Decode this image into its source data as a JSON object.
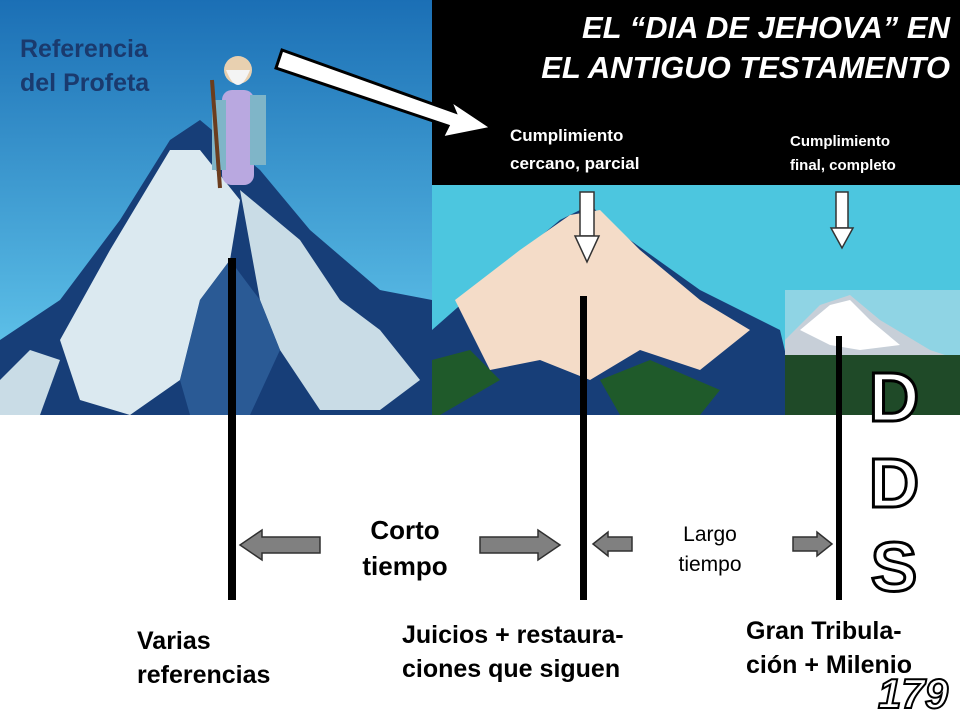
{
  "title": {
    "line1": "EL “DIA DE JEHOVA” EN",
    "line2": "EL ANTIGUO TESTAMENTO"
  },
  "prophet_reference": {
    "line1": "Referencia",
    "line2": "del Profeta"
  },
  "near_fulfillment": {
    "line1": "Cumplimiento",
    "line2": "cercano, parcial"
  },
  "final_fulfillment": {
    "line1": "Cumplimiento",
    "line2": "final, completo"
  },
  "short_time": {
    "line1": "Corto",
    "line2": "tiempo"
  },
  "long_time": {
    "line1": "Largo",
    "line2": "tiempo"
  },
  "various_references": {
    "line1": "Varias",
    "line2": "referencias"
  },
  "judgments": {
    "line1": "Juicios + restaura-",
    "line2": "ciones que siguen"
  },
  "tribulation": {
    "line1": "Gran Tribula-",
    "line2": "ción + Milenio"
  },
  "logo_letters": [
    "D",
    "D",
    "S"
  ],
  "slide_number": "179",
  "colors": {
    "title_bg": "#000000",
    "sky_left": "#2a86c8",
    "sky_right": "#4fc8e0",
    "mountain_dark": "#173e78"
  }
}
